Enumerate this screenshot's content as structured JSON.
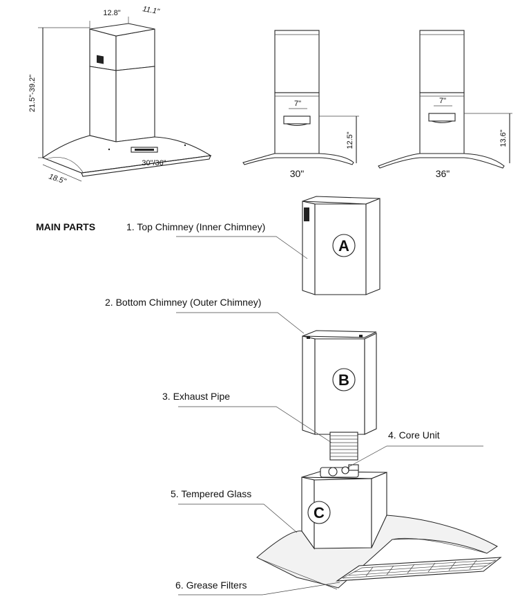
{
  "dimensions": {
    "width": "12.8\"",
    "depth": "11.1\"",
    "height_range": "21.5\"-39.2\"",
    "hood_depth": "18.5\"",
    "hood_width": "30\"/36\"",
    "front_30": {
      "duct_width": "7\"",
      "height": "12.5\"",
      "width": "30\""
    },
    "front_36": {
      "duct_width": "7\"",
      "height": "13.6\"",
      "width": "36\""
    }
  },
  "main_parts": {
    "heading": "MAIN PARTS",
    "items": [
      {
        "label": "1.  Top Chimney (Inner Chimney)",
        "letter": "A"
      },
      {
        "label": "2. Bottom Chimney (Outer Chimney)",
        "letter": "B"
      },
      {
        "label": "3. Exhaust Pipe",
        "letter": ""
      },
      {
        "label": "4. Core Unit",
        "letter": ""
      },
      {
        "label": "5. Tempered Glass",
        "letter": "C"
      },
      {
        "label": "6. Grease Filters",
        "letter": ""
      }
    ]
  }
}
